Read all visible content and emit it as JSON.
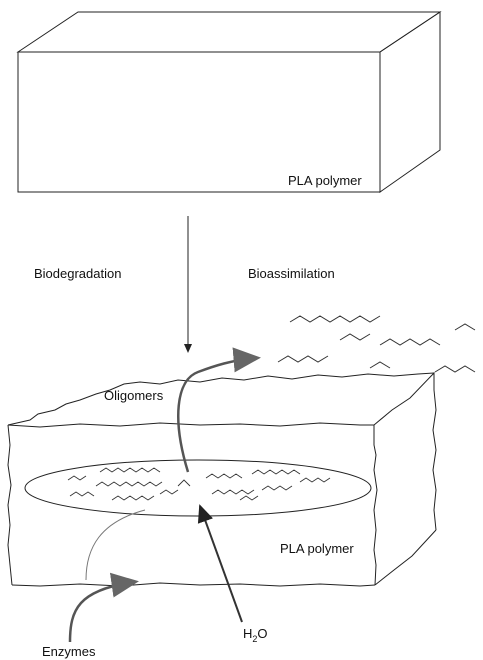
{
  "labels": {
    "top_block": "PLA polymer",
    "biodegradation": "Biodegradation",
    "bioassimilation": "Bioassimilation",
    "oligomers": "Oligomers",
    "bottom_block": "PLA polymer",
    "enzymes": "Enzymes",
    "water_main": "H",
    "water_sub": "2",
    "water_tail": "O"
  },
  "colors": {
    "line": "#222222",
    "arrow_gray": "#555555",
    "arrow_light": "#888888"
  }
}
